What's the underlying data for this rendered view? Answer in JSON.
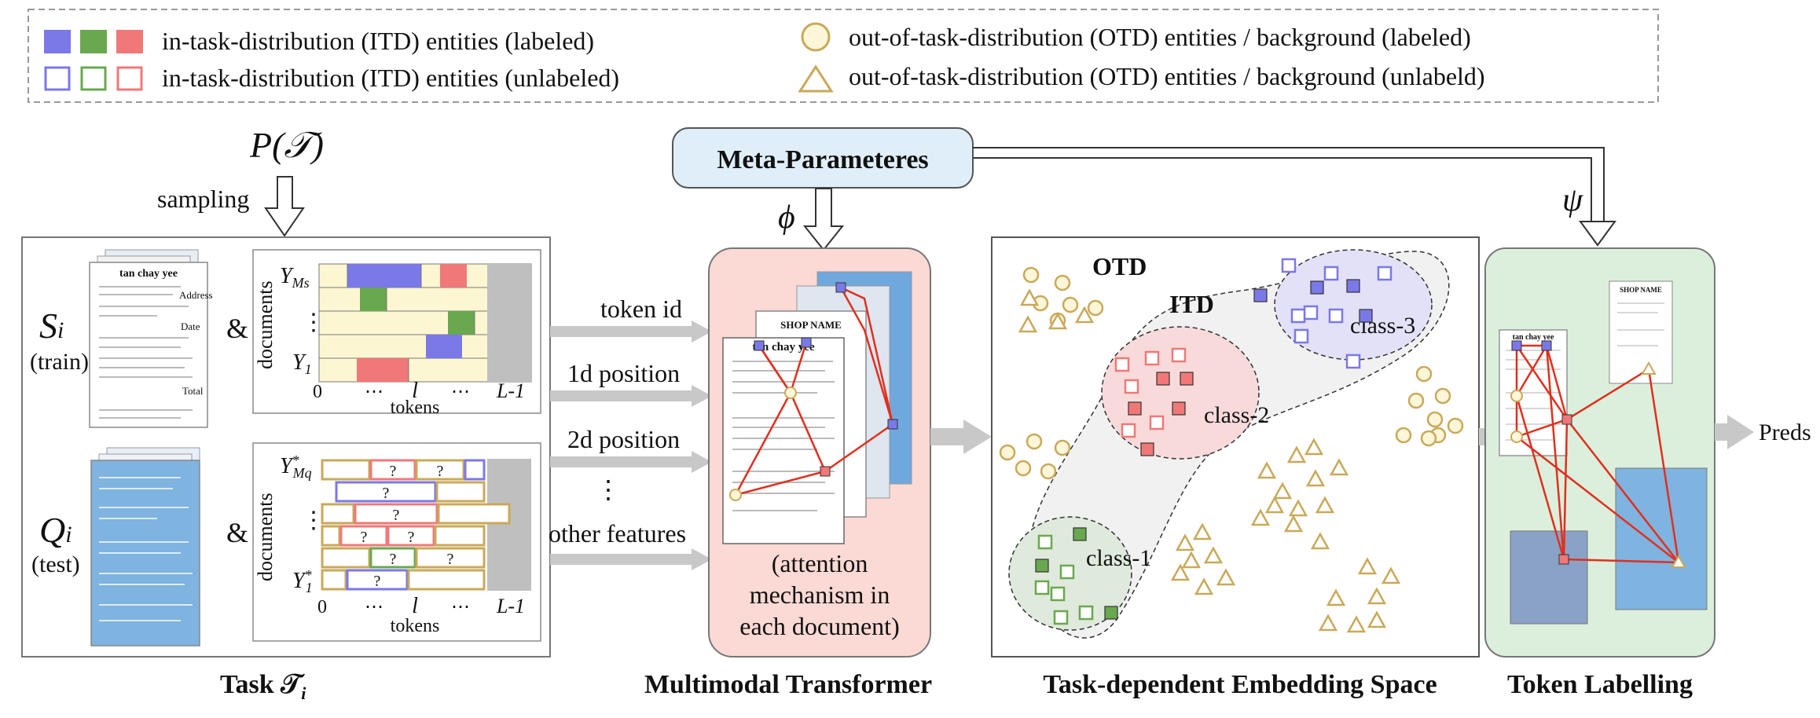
{
  "legend": {
    "itd_labeled": "in-task-distribution (ITD) entities (labeled)",
    "itd_unlabeled": "in-task-distribution (ITD) entities (unlabeled)",
    "otd_labeled": "out-of-task-distribution (OTD) entities / background (labeled)",
    "otd_unlabeled": "out-of-task-distribution (OTD) entities / background (unlabeld)"
  },
  "top": {
    "p_tau": "P(𝒯)",
    "sampling": "sampling",
    "meta_params": "Meta-Parameteres",
    "phi": "ϕ",
    "psi": "ψ"
  },
  "task": {
    "s_label": "Si",
    "s_sub": "(train)",
    "q_label": "Qi",
    "q_sub": "(test)",
    "amp": "&",
    "y_ms": "YMs",
    "y_1": "Y1",
    "y_mq": "YMq*",
    "y_1s": "Y1*",
    "vdots": "⋮",
    "documents": "documents",
    "tokens": "tokens",
    "tick_0": "0",
    "tick_dots": "⋯",
    "tick_l": "l",
    "tick_L": "L-1",
    "q_mark": "?",
    "caption": "Task 𝒯i"
  },
  "features": {
    "items": [
      "token id",
      "1d position",
      "2d position",
      "other features"
    ],
    "vdots": "⋮"
  },
  "transformer": {
    "note_line1": "(attention",
    "note_line2": "mechanism in",
    "note_line3": "each document)",
    "caption": "Multimodal Transformer"
  },
  "embedding": {
    "otd": "OTD",
    "itd": "ITD",
    "class1": "class-1",
    "class2": "class-2",
    "class3": "class-3",
    "caption": "Task-dependent Embedding Space"
  },
  "labelling": {
    "caption": "Token Labelling",
    "preds": "Preds"
  },
  "receipt": {
    "store": "tan chay yee",
    "shop": "SHOP NAME",
    "address": "Address",
    "date": "Date",
    "total": "Total"
  },
  "colors": {
    "blue": "#7b78e8",
    "green": "#6aa84f",
    "red": "#f07878",
    "otd": "#c9a95a",
    "meta_bg": "#dfeef8",
    "transformer_bg": "#fbd9d4",
    "labelling_bg": "#dcefdc",
    "graph": "#e0301e"
  }
}
